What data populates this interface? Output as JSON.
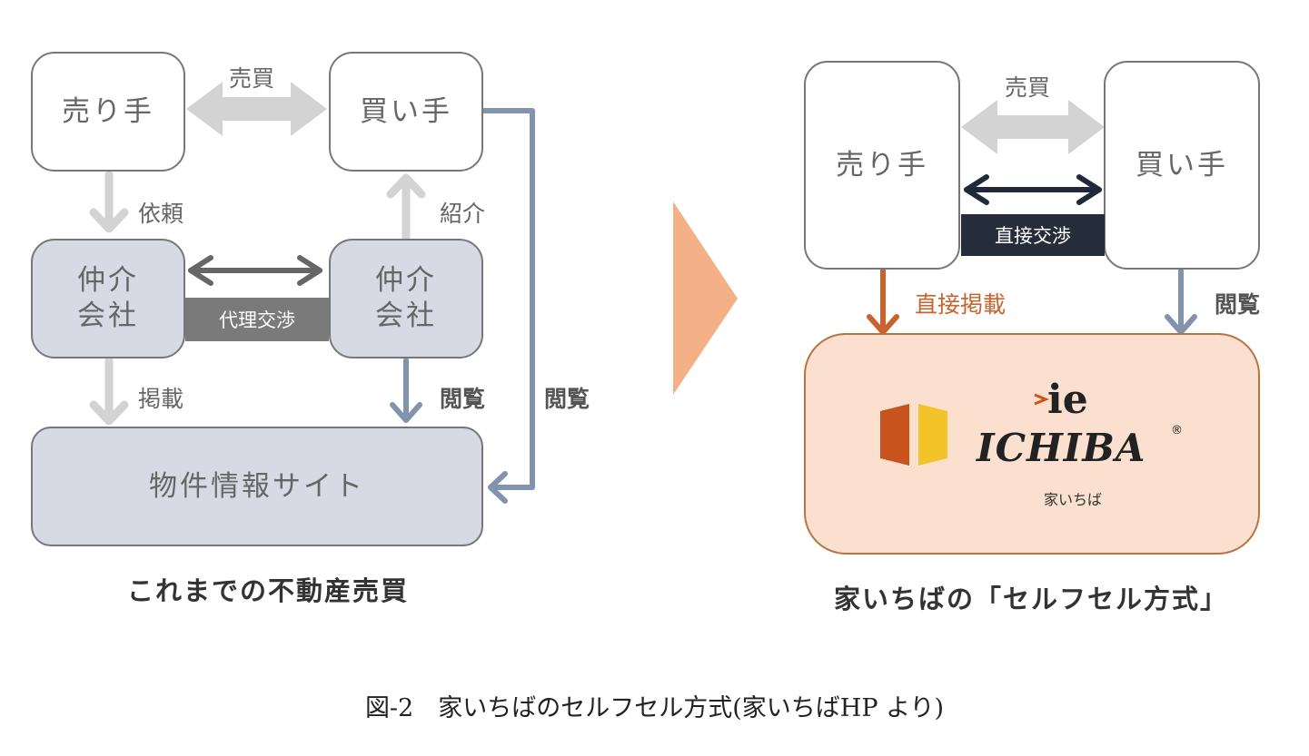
{
  "left": {
    "seller": "売り手",
    "buyer": "買い手",
    "trade_label": "売買",
    "request_label": "依頼",
    "introduce_label": "紹介",
    "agent_left_line1": "仲介",
    "agent_left_line2": "会社",
    "agent_right_line1": "仲介",
    "agent_right_line2": "会社",
    "proxy_negotiation": "代理交渉",
    "post_label": "掲載",
    "view_label_agent": "閲覧",
    "view_label_buyer": "閲覧",
    "site": "物件情報サイト",
    "caption": "これまでの不動産売買"
  },
  "right": {
    "seller": "売り手",
    "buyer": "買い手",
    "trade_label": "売買",
    "direct_negotiation": "直接交渉",
    "direct_post_label": "直接掲載",
    "view_label": "閲覧",
    "logo_ie": "ie",
    "logo_ichiba": "ICHIBA",
    "logo_registered": "®",
    "logo_kana": "家いちば",
    "caption": "家いちばの「セルフセル方式」"
  },
  "figure_caption": "図-2　家いちばのセルフセル方式(家いちばHP より)",
  "colors": {
    "light_arrow": "#d3d3d3",
    "dark_arrow": "#666666",
    "blue_arrow": "#8193ad",
    "navy_arrow": "#1f2937",
    "orange_arrow": "#c9622c",
    "transition_arrow": "#f4b187",
    "agent_fill": "#d7dae4",
    "site_fill": "#fbe0cf",
    "proxy_band": "#7a7a7a",
    "direct_band": "#252d3a"
  }
}
